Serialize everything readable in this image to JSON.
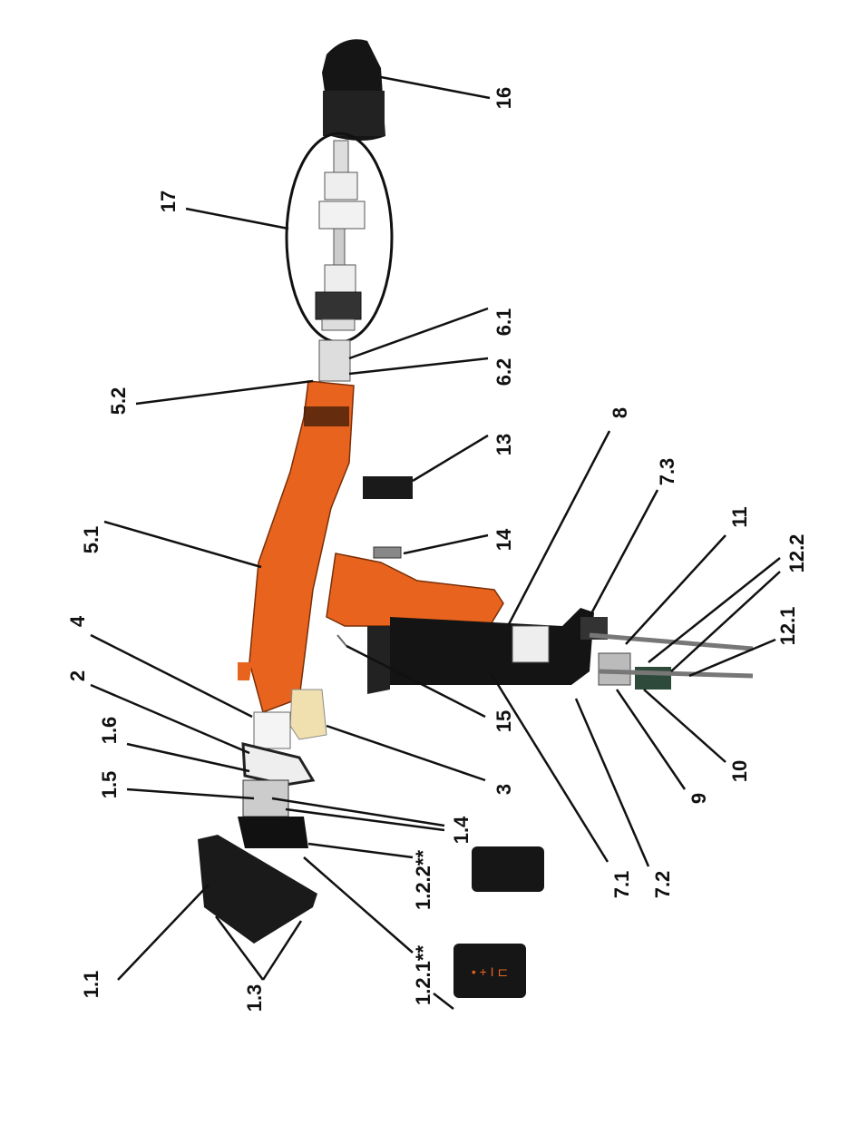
{
  "diagram": {
    "labels": {
      "p16": "16",
      "p17": "17",
      "p6_1": "6.1",
      "p6_2": "6.2",
      "p5_2": "5.2",
      "p8": "8",
      "p13": "13",
      "p7_3": "7.3",
      "p11": "11",
      "p5_1": "5.1",
      "p14": "14",
      "p12_2": "12.2",
      "p12_1": "12.1",
      "p4": "4",
      "p2": "2",
      "p1_6": "1.6",
      "p15": "15",
      "p1_5": "1.5",
      "p3": "3",
      "p10": "10",
      "p9": "9",
      "p1_4": "1.4",
      "p7_1": "7.1",
      "p7_2": "7.2",
      "p1_2_2": "1.2.2**",
      "p1_1": "1.1",
      "p1_2_1": "1.2.1**",
      "p1_3": "1.3"
    },
    "colors": {
      "body": "#e8641e",
      "dark": "#1a1a1a",
      "metal": "#d8d8d8"
    }
  }
}
